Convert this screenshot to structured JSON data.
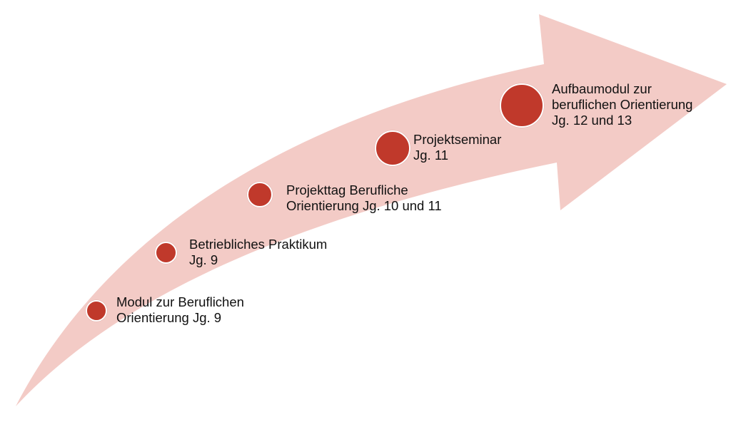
{
  "colors": {
    "arrow": "#f3cbc6",
    "dot": "#c0392b",
    "dot_border": "#ffffff",
    "text": "#111111"
  },
  "steps": [
    {
      "line1": "Modul zur Beruflichen",
      "line2": "Orientierung Jg. 9"
    },
    {
      "line1": "Betriebliches Praktikum",
      "line2": "Jg. 9"
    },
    {
      "line1": "Projekttag Berufliche",
      "line2": "Orientierung Jg. 10 und 11"
    },
    {
      "line1": "Projektseminar",
      "line2": "Jg. 11"
    },
    {
      "line1": "Aufbaumodul zur",
      "line2": "beruflichen Orientierung",
      "line3": "Jg. 12 und 13"
    }
  ]
}
